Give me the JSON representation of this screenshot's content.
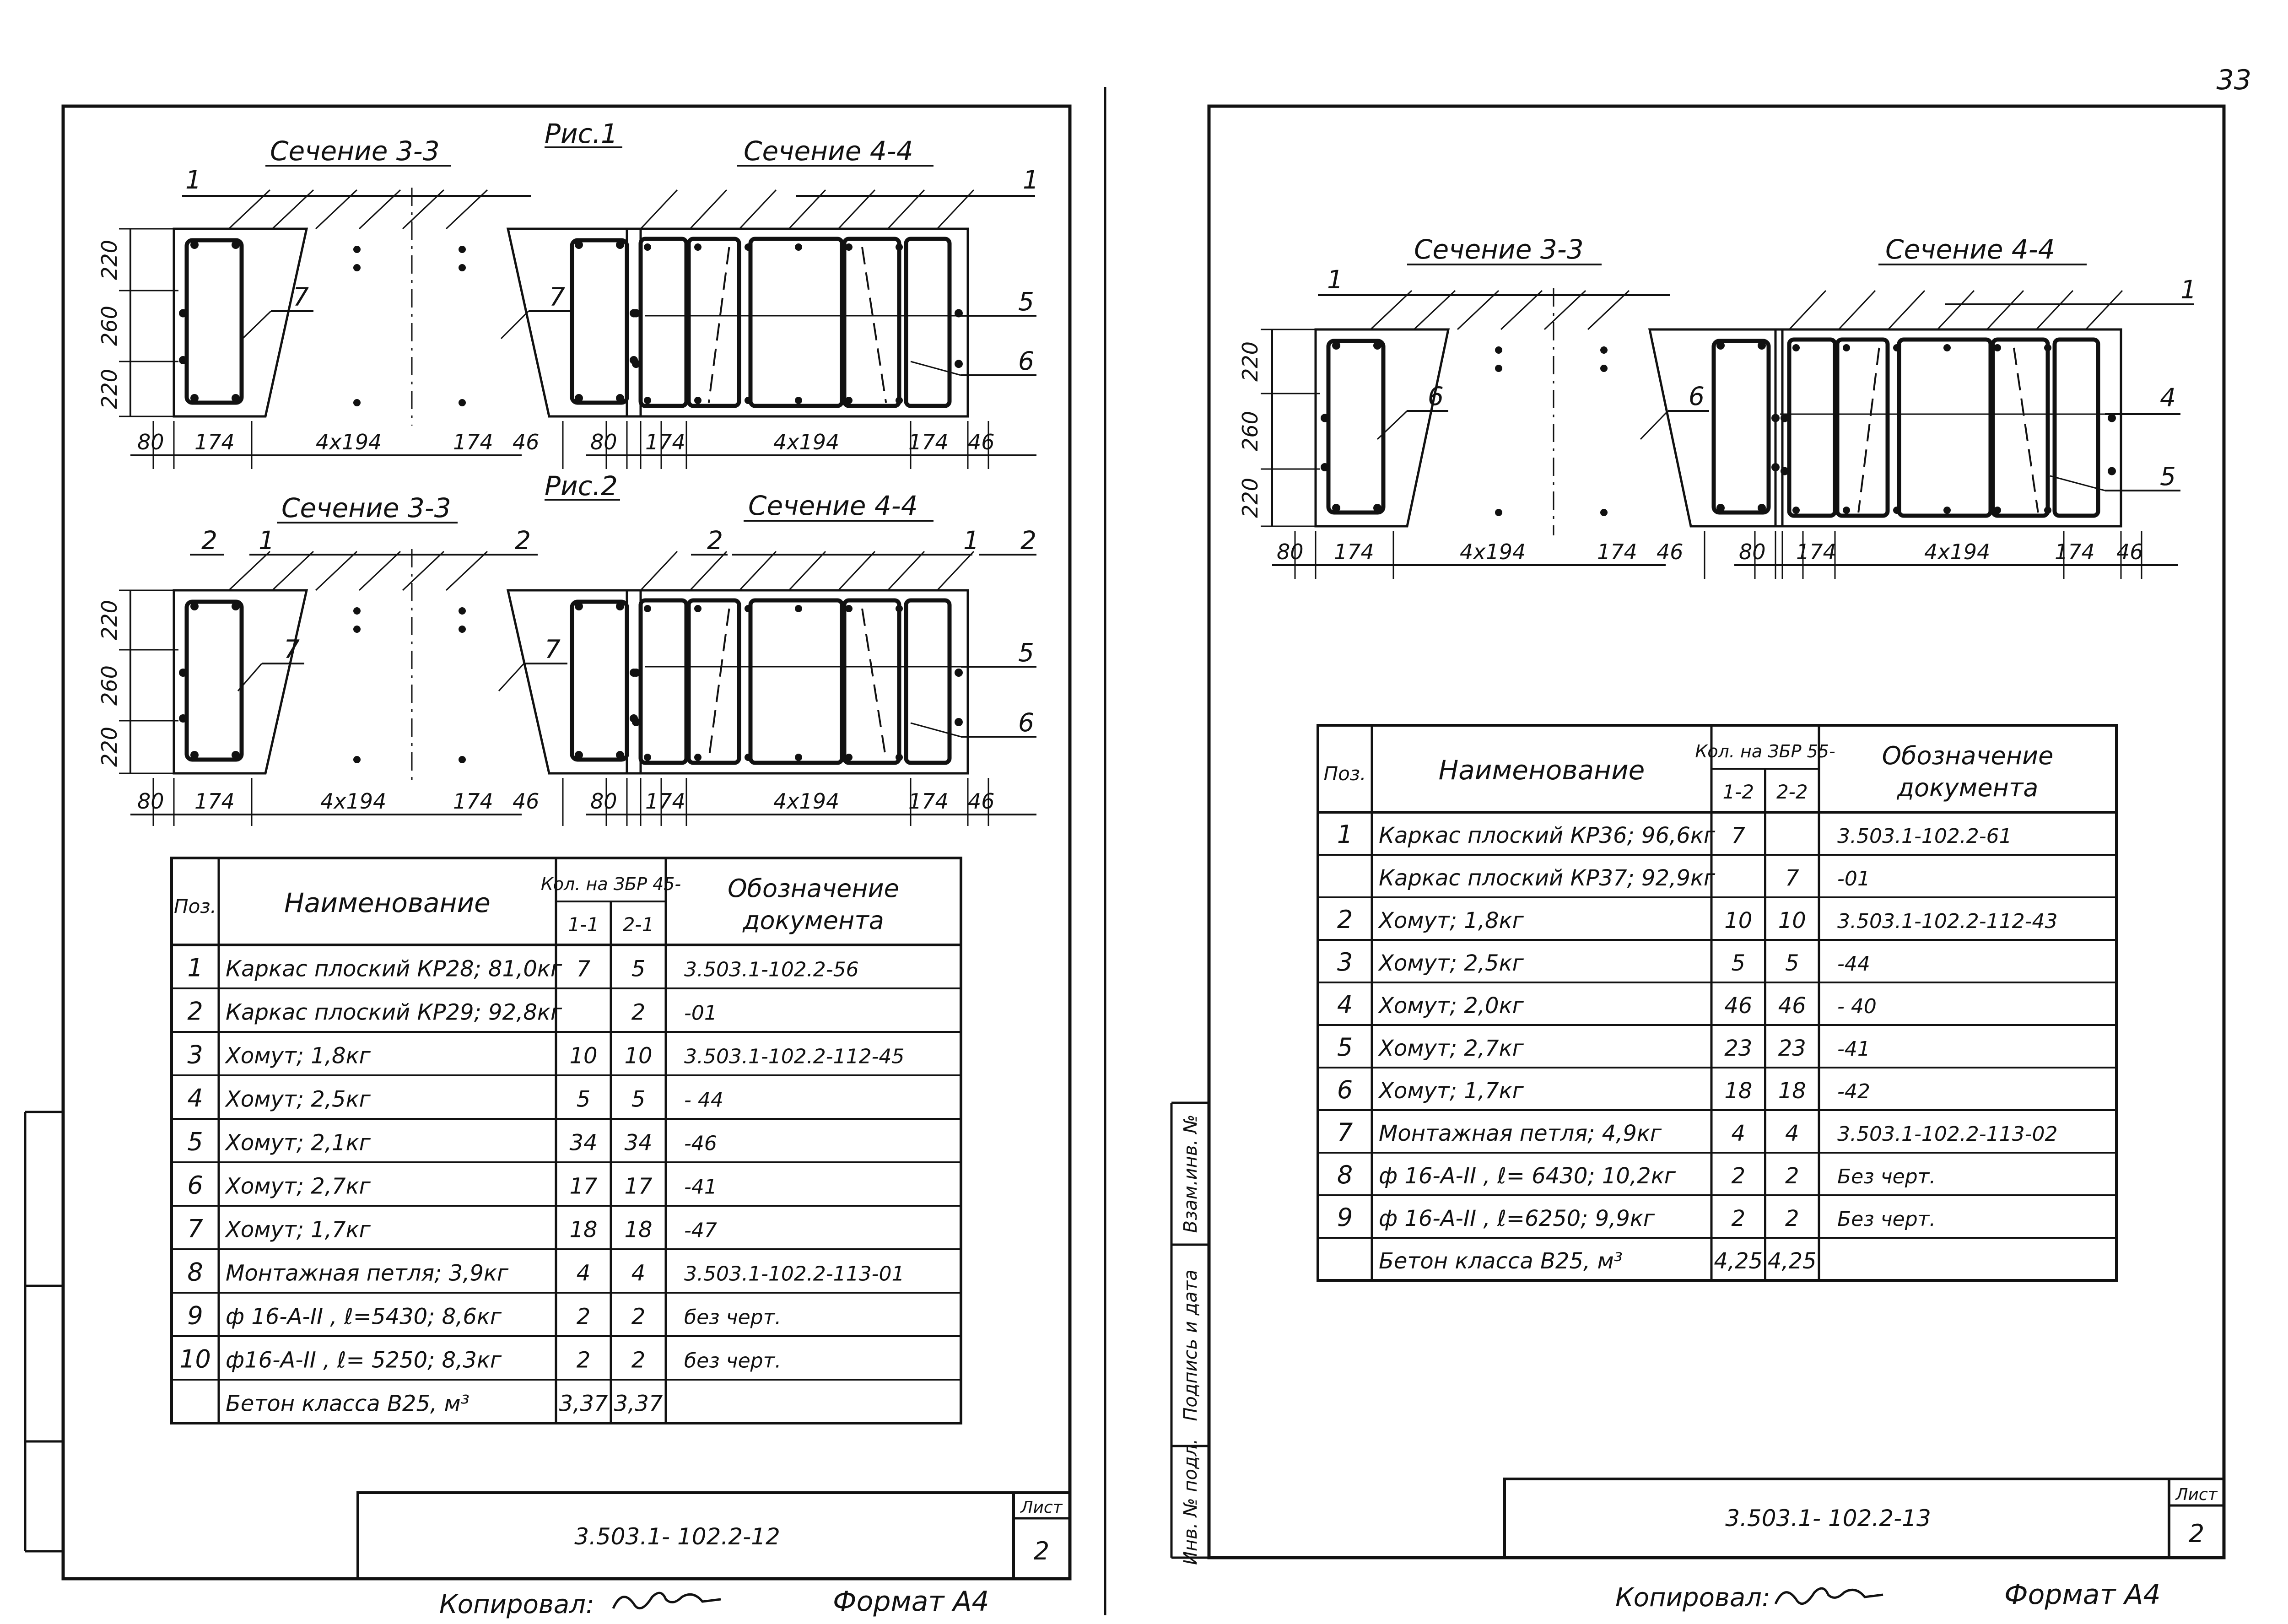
{
  "page_number": "33",
  "sheets": [
    {
      "fig1_label": "Рис.1",
      "fig2_label": "Рис.2",
      "section_a": "Сечение 3-3",
      "section_b": "Сечение 4-4",
      "fig1_a_callouts": [
        "1",
        "7",
        "7"
      ],
      "fig1_b_callouts": [
        "1",
        "5",
        "6"
      ],
      "fig2_a_callouts": [
        "2",
        "1",
        "2",
        "7",
        "7"
      ],
      "fig2_b_callouts": [
        "2",
        "1",
        "2",
        "5",
        "6"
      ],
      "dims_vertical": [
        "220",
        "260",
        "220"
      ],
      "dims_bottom_a": [
        "80",
        "174",
        "4x194",
        "174",
        "46"
      ],
      "dims_bottom_b": [
        "80",
        "174",
        "4x194",
        "174",
        "46"
      ],
      "table": {
        "pos_header": "Поз.",
        "name_header": "Наименование",
        "qty_header": "Кол. на ЗБР 45-",
        "qty_sub": [
          "1-1",
          "2-1"
        ],
        "doc_header": "Обозначение документа",
        "rows": [
          {
            "pos": "1",
            "name": "Каркас плоский КР28; 81,0кг",
            "q1": "7",
            "q2": "5",
            "doc": "3.503.1-102.2-56"
          },
          {
            "pos": "2",
            "name": "Каркас плоский КР29; 92,8кг",
            "q1": "",
            "q2": "2",
            "doc": "-01"
          },
          {
            "pos": "3",
            "name": "Хомут; 1,8кг",
            "q1": "10",
            "q2": "10",
            "doc": "3.503.1-102.2-112-45"
          },
          {
            "pos": "4",
            "name": "Хомут; 2,5кг",
            "q1": "5",
            "q2": "5",
            "doc": "- 44"
          },
          {
            "pos": "5",
            "name": "Хомут; 2,1кг",
            "q1": "34",
            "q2": "34",
            "doc": "-46"
          },
          {
            "pos": "6",
            "name": "Хомут; 2,7кг",
            "q1": "17",
            "q2": "17",
            "doc": "-41"
          },
          {
            "pos": "7",
            "name": "Хомут; 1,7кг",
            "q1": "18",
            "q2": "18",
            "doc": "-47"
          },
          {
            "pos": "8",
            "name": "Монтажная петля; 3,9кг",
            "q1": "4",
            "q2": "4",
            "doc": "3.503.1-102.2-113-01"
          },
          {
            "pos": "9",
            "name": "ф 16-А-II , ℓ=5430; 8,6кг",
            "q1": "2",
            "q2": "2",
            "doc": "без черт."
          },
          {
            "pos": "10",
            "name": "ф16-А-II , ℓ= 5250; 8,3кг",
            "q1": "2",
            "q2": "2",
            "doc": "без черт."
          },
          {
            "pos": "",
            "name": "Бетон класса В25, м³",
            "q1": "3,37",
            "q2": "3,37",
            "doc": ""
          }
        ]
      },
      "title_block": {
        "code": "3.503.1- 102.2-12",
        "list_label": "Лист",
        "list_number": "2"
      },
      "footer_copied": "Копировал:",
      "footer_format": "Формат А4"
    },
    {
      "section_a": "Сечение 3-3",
      "section_b": "Сечение 4-4",
      "fig_a_callouts": [
        "1",
        "6",
        "6"
      ],
      "fig_b_callouts": [
        "1",
        "4",
        "5"
      ],
      "dims_vertical": [
        "220",
        "260",
        "220"
      ],
      "dims_bottom_a": [
        "80",
        "174",
        "4x194",
        "174",
        "46"
      ],
      "dims_bottom_b": [
        "80",
        "174",
        "4x194",
        "174",
        "46"
      ],
      "table": {
        "pos_header": "Поз.",
        "name_header": "Наименование",
        "qty_header": "Кол. на ЗБР 55-",
        "qty_sub": [
          "1-2",
          "2-2"
        ],
        "doc_header": "Обозначение документа",
        "rows": [
          {
            "pos": "1",
            "name": "Каркас плоский КР36; 96,6кг",
            "q1": "7",
            "q2": "",
            "doc": "3.503.1-102.2-61"
          },
          {
            "pos": "",
            "name": "Каркас плоский КР37; 92,9кг",
            "q1": "",
            "q2": "7",
            "doc": "-01"
          },
          {
            "pos": "2",
            "name": "Хомут; 1,8кг",
            "q1": "10",
            "q2": "10",
            "doc": "3.503.1-102.2-112-43"
          },
          {
            "pos": "3",
            "name": "Хомут; 2,5кг",
            "q1": "5",
            "q2": "5",
            "doc": "-44"
          },
          {
            "pos": "4",
            "name": "Хомут; 2,0кг",
            "q1": "46",
            "q2": "46",
            "doc": "- 40"
          },
          {
            "pos": "5",
            "name": "Хомут; 2,7кг",
            "q1": "23",
            "q2": "23",
            "doc": "-41"
          },
          {
            "pos": "6",
            "name": "Хомут; 1,7кг",
            "q1": "18",
            "q2": "18",
            "doc": "-42"
          },
          {
            "pos": "7",
            "name": "Монтажная петля; 4,9кг",
            "q1": "4",
            "q2": "4",
            "doc": "3.503.1-102.2-113-02"
          },
          {
            "pos": "8",
            "name": "ф 16-А-II , ℓ= 6430; 10,2кг",
            "q1": "2",
            "q2": "2",
            "doc": "Без черт."
          },
          {
            "pos": "9",
            "name": "ф 16-А-II , ℓ=6250; 9,9кг",
            "q1": "2",
            "q2": "2",
            "doc": "Без черт."
          },
          {
            "pos": "",
            "name": "Бетон класса В25, м³",
            "q1": "4,25",
            "q2": "4,25",
            "doc": ""
          }
        ]
      },
      "side_strip": [
        "Инв. № подл.",
        "Подпись и дата",
        "Взам.инв. №"
      ],
      "title_block": {
        "code": "3.503.1- 102.2-13",
        "list_label": "Лист",
        "list_number": "2"
      },
      "footer_copied": "Копировал:",
      "footer_format": "Формат А4"
    }
  ]
}
